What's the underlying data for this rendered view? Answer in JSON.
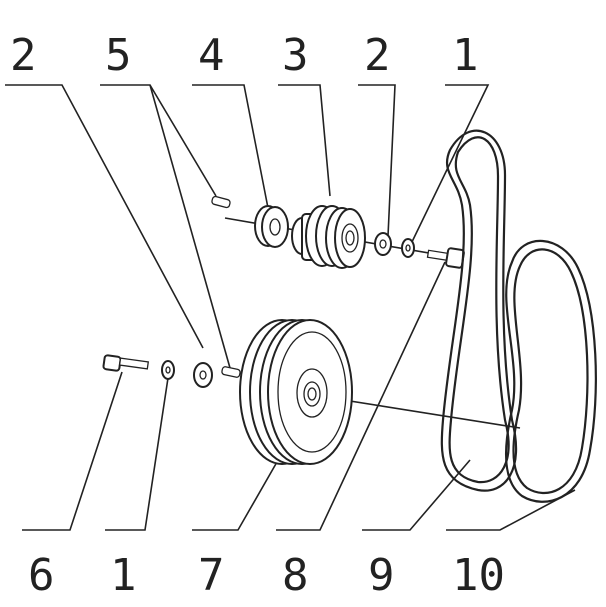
{
  "diagram": {
    "callouts": [
      {
        "id": "top-2-left",
        "text": "2"
      },
      {
        "id": "top-5",
        "text": "5"
      },
      {
        "id": "top-4",
        "text": "4"
      },
      {
        "id": "top-3",
        "text": "3"
      },
      {
        "id": "top-2-right",
        "text": "2"
      },
      {
        "id": "top-1",
        "text": "1"
      },
      {
        "id": "bottom-6",
        "text": "6"
      },
      {
        "id": "bottom-1",
        "text": "1"
      },
      {
        "id": "bottom-7",
        "text": "7"
      },
      {
        "id": "bottom-8",
        "text": "8"
      },
      {
        "id": "bottom-9",
        "text": "9"
      },
      {
        "id": "bottom-10",
        "text": "10"
      }
    ]
  }
}
